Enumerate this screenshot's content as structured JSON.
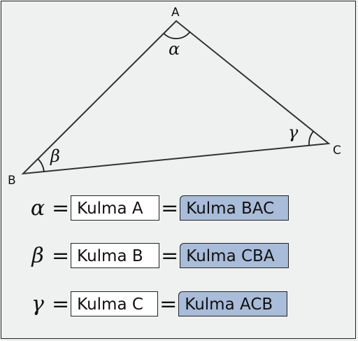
{
  "vertices": {
    "a": "A",
    "b": "B",
    "c": "C"
  },
  "angles": {
    "alpha": "α",
    "beta": "β",
    "gamma": "γ"
  },
  "equations": [
    {
      "symbol": "α",
      "vertex_name": "Kulma A",
      "full_name": "Kulma BAC"
    },
    {
      "symbol": "β",
      "vertex_name": "Kulma B",
      "full_name": "Kulma CBA"
    },
    {
      "symbol": "γ",
      "vertex_name": "Kulma C",
      "full_name": "Kulma ACB"
    }
  ],
  "equals_sign": "=",
  "colors": {
    "background": "#eff1f1",
    "highlight_box": "#a9bcd9",
    "stroke": "#333333"
  }
}
